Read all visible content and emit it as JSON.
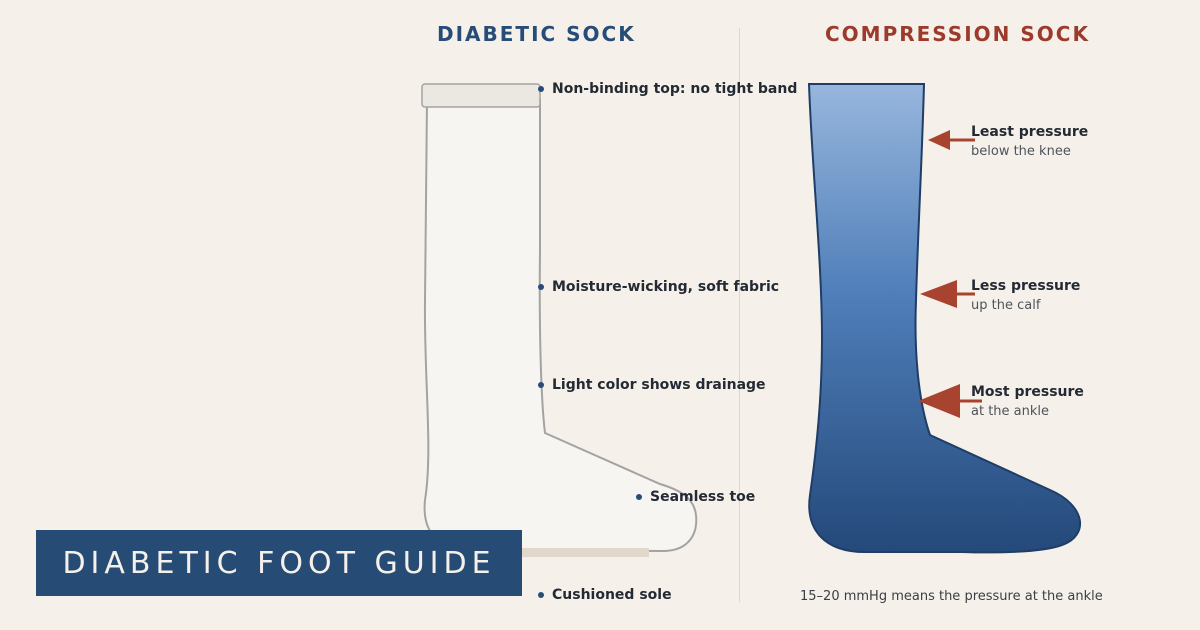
{
  "headings": {
    "diabetic": "DIABETIC SOCK",
    "compression": "COMPRESSION SOCK"
  },
  "diabetic_features": [
    "Non-binding top: no tight band",
    "Moisture-wicking, soft fabric",
    "Light color shows drainage",
    "Seamless toe",
    "Cushioned sole"
  ],
  "pressure_zones": [
    {
      "title": "Least pressure",
      "subtitle": "below the knee"
    },
    {
      "title": "Less pressure",
      "subtitle": "up the calf"
    },
    {
      "title": "Most pressure",
      "subtitle": "at the ankle"
    }
  ],
  "footnote": "15–20 mmHg means the pressure at the ankle",
  "banner": "DIABETIC FOOT GUIDE",
  "colors": {
    "background": "#f5f1ea",
    "diabetic_heading": "#264c77",
    "compression_heading": "#9c3b2b",
    "arrow": "#a8432f",
    "sock_gradient_top": "#97b6dc",
    "sock_gradient_bottom": "#24497a",
    "banner_bg": "#264b74"
  },
  "icons": {
    "diabetic_sock": "diabetic-sock-outline",
    "compression_sock": "compression-sock-gradient",
    "pressure_arrow": "left-arrow"
  }
}
